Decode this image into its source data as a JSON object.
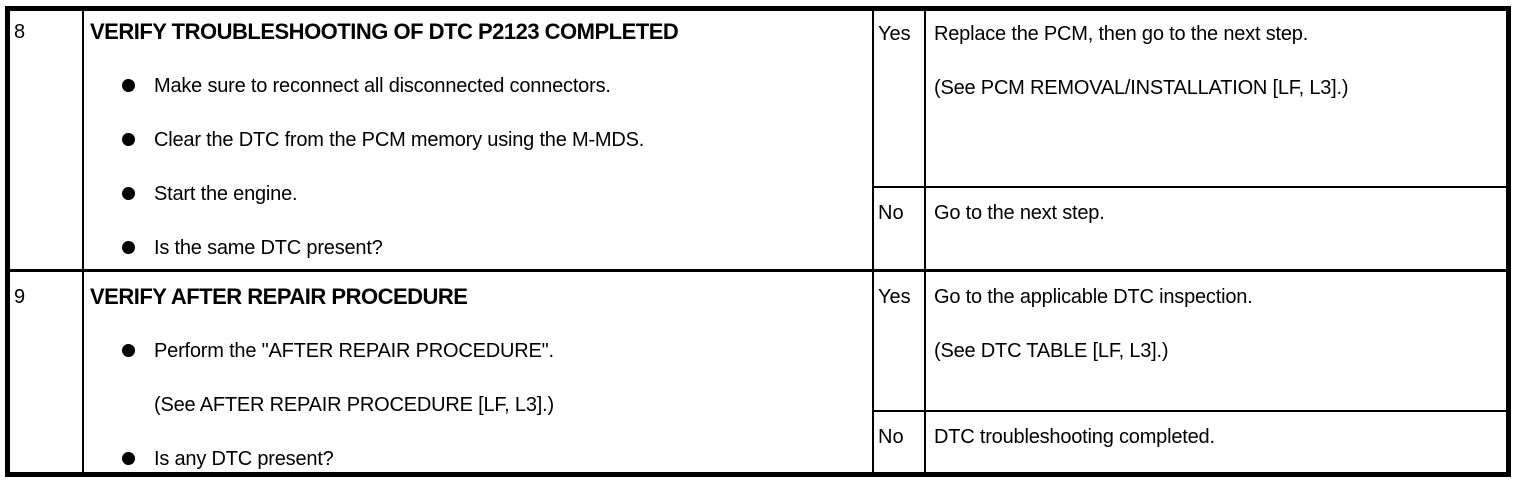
{
  "table": {
    "rows": [
      {
        "step": "8",
        "title": "VERIFY TROUBLESHOOTING OF DTC P2123 COMPLETED",
        "items": [
          "Make sure to reconnect all disconnected connectors.",
          "Clear the DTC from the PCM memory using the M-MDS.",
          "Start the engine.",
          "Is the same DTC present?"
        ],
        "yes_label": "Yes",
        "yes_lines": [
          "Replace the PCM, then go to the next step.",
          "(See PCM REMOVAL/INSTALLATION [LF, L3].)"
        ],
        "no_label": "No",
        "no_lines": [
          "Go to the next step."
        ]
      },
      {
        "step": "9",
        "title": "VERIFY AFTER REPAIR PROCEDURE",
        "items": [
          "Perform the \"AFTER REPAIR PROCEDURE\".",
          "(See AFTER REPAIR PROCEDURE [LF, L3].)",
          "Is any DTC present?"
        ],
        "yes_label": "Yes",
        "yes_lines": [
          "Go to the applicable DTC inspection.",
          "(See DTC TABLE [LF, L3].)"
        ],
        "no_label": "No",
        "no_lines": [
          "DTC troubleshooting completed."
        ]
      }
    ]
  }
}
